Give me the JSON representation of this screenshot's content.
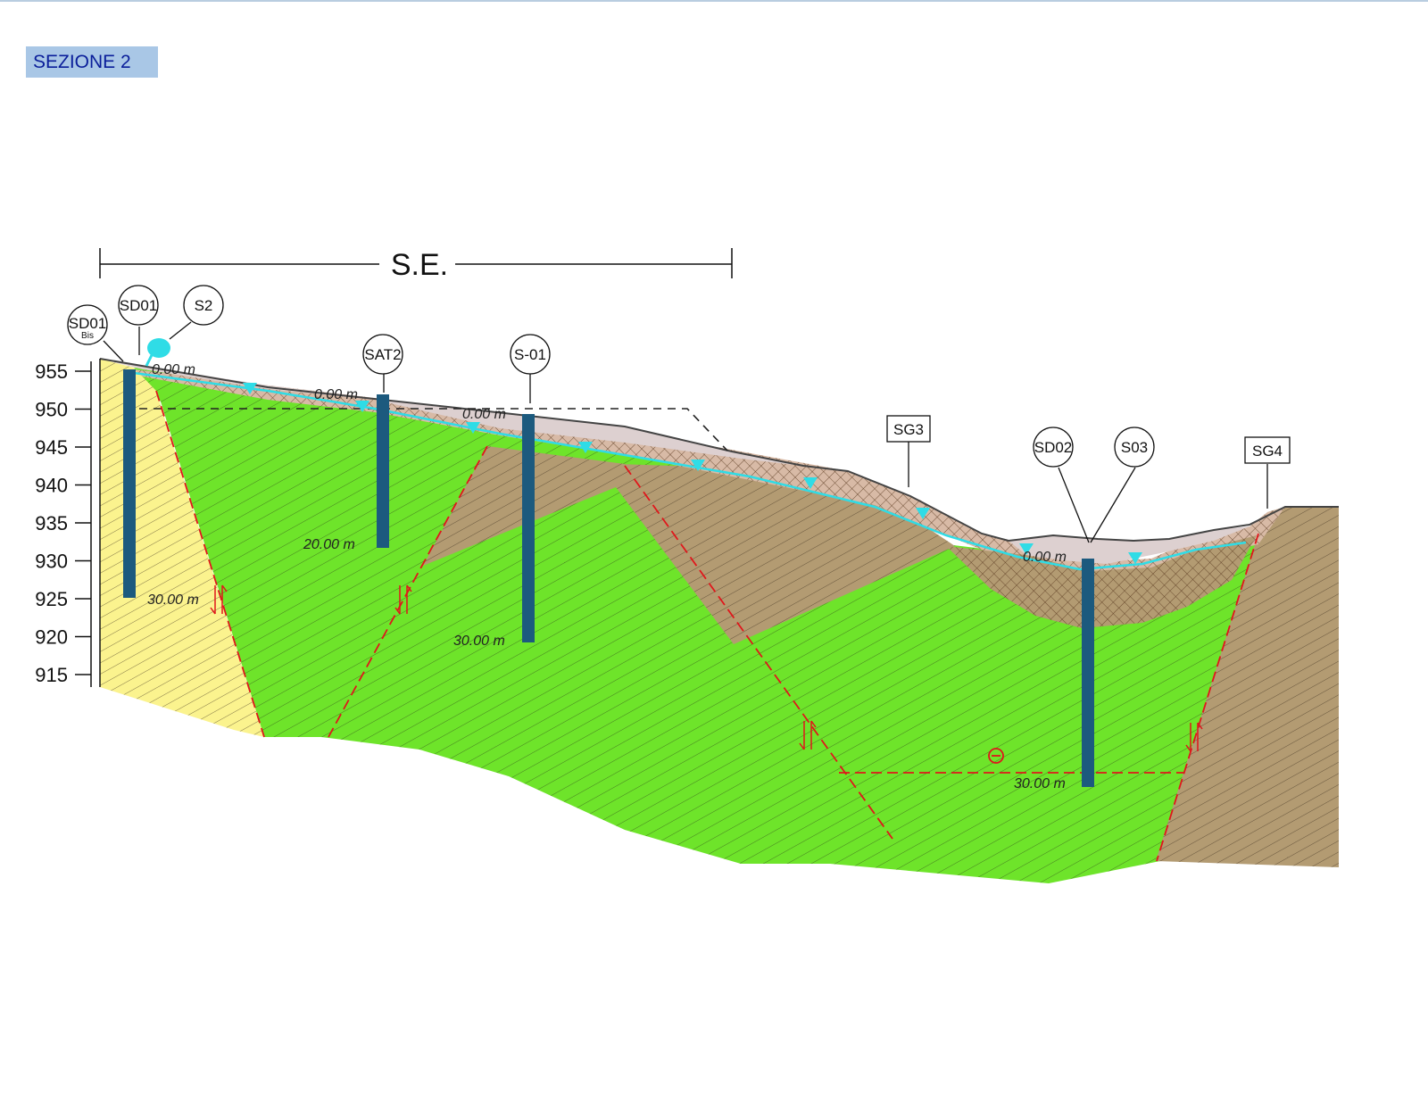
{
  "section_title": "SEZIONE 2",
  "span_label": "S.E.",
  "elevation_axis": {
    "ticks": [
      "955",
      "950",
      "945",
      "940",
      "935",
      "930",
      "925",
      "920",
      "915"
    ]
  },
  "borehole_labels": {
    "sd01_bis_main": "SD01",
    "sd01_bis_sub": "Bis",
    "sd01": "SD01",
    "s2": "S2",
    "sat2": "SAT2",
    "s01": "S-01",
    "sg3": "SG3",
    "sd02": "SD02",
    "s03": "S03",
    "sg4": "SG4"
  },
  "depth_labels": {
    "sd01_top": "0.00 m",
    "sd01_bottom": "30.00 m",
    "sat2_top": "0.00 m",
    "sat2_bottom": "20.00 m",
    "s01_top": "0.00 m",
    "s01_bottom": "30.00 m",
    "sd02_top": "0.00 m",
    "sd02_bottom": "30.00 m"
  },
  "colors": {
    "tag_background": "#a9c7e6",
    "tag_text": "#0a1e9a",
    "green_unit": "#6ee42a",
    "brown_unit": "#b39b72",
    "yellow_unit": "#fbf38e",
    "topsoil_unit": "#d8baa6",
    "fill_unit": "#ddd0d0",
    "water_table": "#2fdce6",
    "borehole": "#1c5a7e",
    "fault": "#e0161b"
  }
}
